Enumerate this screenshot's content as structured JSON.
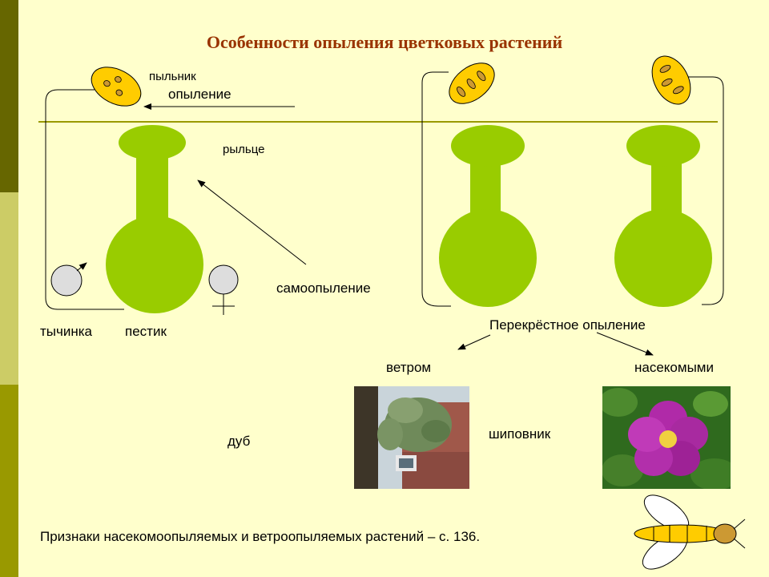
{
  "slide": {
    "title": "Особенности опыления цветковых растений",
    "labels": {
      "anther": "пыльник",
      "pollination": "опыление",
      "stigma": "рыльце",
      "self_pollination": "самоопыление",
      "stamen": "тычинка",
      "pistil": "пестик",
      "cross_pollination": "Перекрёстное опыление",
      "by_wind": "ветром",
      "by_insects": "насекомыми",
      "oak": "дуб",
      "rosehip": "шиповник"
    },
    "footer": "Признаки насекомоопыляемых и ветроопыляемых растений – с. 136."
  },
  "colors": {
    "background": "#ffffcc",
    "pistil_green": "#99cc00",
    "anther_yellow": "#ffcc00",
    "title_red": "#993300",
    "line_olive": "#999900"
  },
  "icons": [
    "anther-icon",
    "female-symbol-icon",
    "male-symbol-icon",
    "bee-icon",
    "oak-photo",
    "rosehip-photo"
  ]
}
